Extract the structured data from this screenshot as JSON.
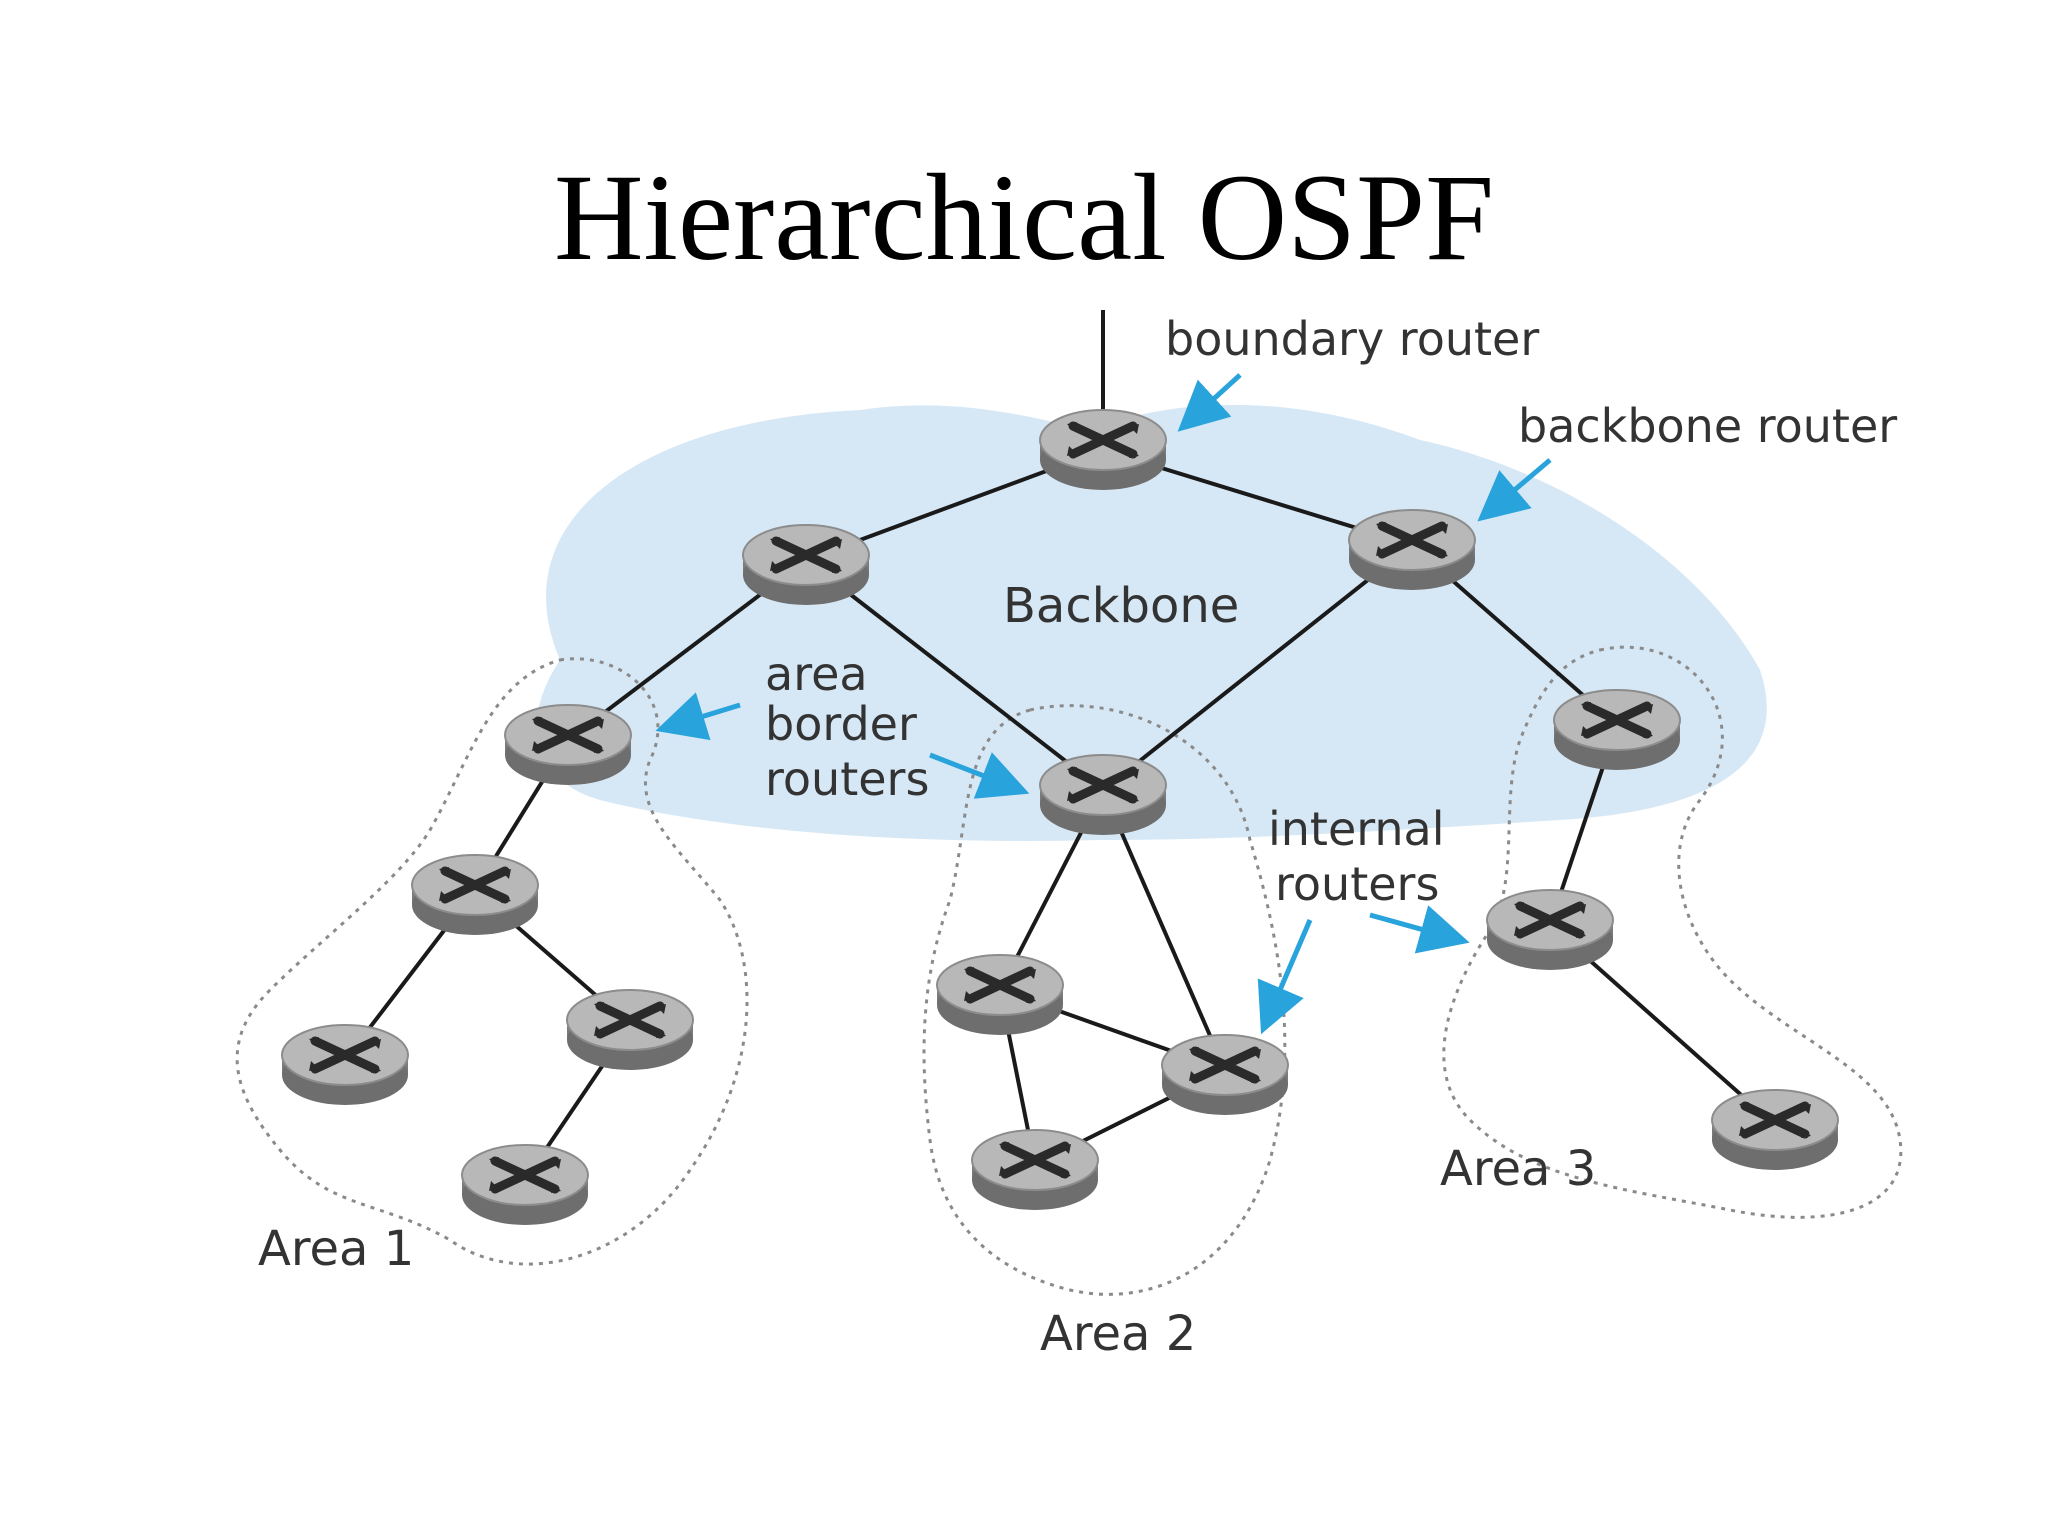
{
  "title": "Hierarchical OSPF",
  "labels": {
    "boundary_router": "boundary router",
    "backbone_router": "backbone router",
    "backbone": "Backbone",
    "area_border_1": "area",
    "area_border_2": "border",
    "area_border_3": "routers",
    "internal_1": "internal",
    "internal_2": "routers",
    "area1": "Area 1",
    "area2": "Area 2",
    "area3": "Area 3"
  },
  "colors": {
    "backbone_fill": "#d6e8f6",
    "arrow": "#29a3dc",
    "link": "#1a1a1a",
    "router_top": "#b8b8b8",
    "router_side": "#7a7a7a",
    "area_outline": "#8a8a8a"
  },
  "icons": {
    "router": "router-icon"
  }
}
